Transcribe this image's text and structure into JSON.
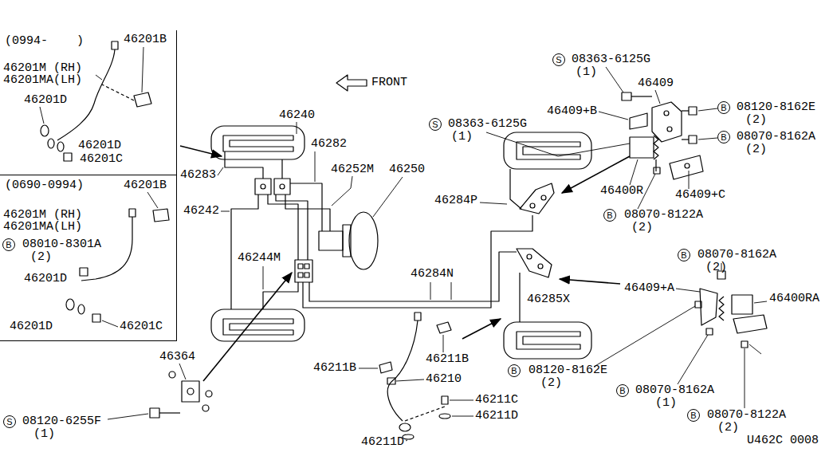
{
  "diagram": {
    "nodes": [
      {
        "text": [
          "(0994-    )",
          "46201B",
          "46201M (RH)",
          "46201MA(LH)",
          "46201D",
          "46201D",
          "46201C"
        ]
      },
      {
        "text": [
          "(0690-0994)",
          "46201B",
          "46201M (RH)",
          "46201MA(LH)",
          "08010-8301A",
          "(2)",
          "46201D",
          "46201D",
          "46201C"
        ]
      },
      {
        "text": [
          "B"
        ],
        "in": 1
      },
      {
        "text": [
          "S"
        ]
      },
      {
        "text": [
          "S"
        ]
      },
      {
        "text": [
          "B"
        ]
      },
      {
        "text": [
          "B"
        ]
      },
      {
        "text": [
          "B"
        ]
      },
      {
        "text": [
          "B"
        ]
      },
      {
        "text": [
          "S"
        ]
      },
      {
        "text": [
          "B"
        ]
      },
      {
        "text": [
          "B"
        ]
      },
      {
        "text": [
          "B"
        ]
      }
    ],
    "labels": [
      "FRONT",
      "46240",
      "46282",
      "46250",
      "46283",
      "46252M",
      "46242",
      "46244M",
      "46284N",
      "46364",
      "08120-6255F",
      "(1)",
      "08363-6125G",
      "(1)",
      "46409",
      "46409+B",
      "08120-8162E",
      "(2)",
      "08070-8162A",
      "(2)",
      "08363-6125G",
      "(1)",
      "46284P",
      "46400R",
      "46409+C",
      "08070-8122A",
      "(2)",
      "08070-8162A",
      "(2)",
      "46409+A",
      "46400RA",
      "46285X",
      "46211B",
      "46211B",
      "46210",
      "46211C",
      "46211D",
      "46211D",
      "08120-8162E",
      "(2)",
      "08070-8162A",
      "(1)",
      "08070-8122A",
      "(2)",
      "U462C 0008"
    ]
  }
}
